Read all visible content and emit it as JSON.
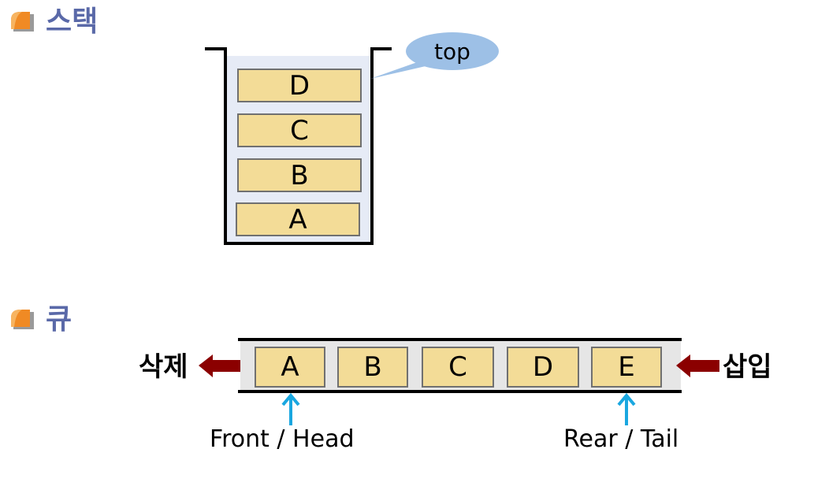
{
  "headings": {
    "stack": "스택",
    "queue": "큐"
  },
  "stack": {
    "items": [
      "D",
      "C",
      "B",
      "A"
    ],
    "top_label": "top"
  },
  "queue": {
    "items": [
      "A",
      "B",
      "C",
      "D",
      "E"
    ],
    "dequeue_label": "삭제",
    "enqueue_label": "삽입",
    "front_label": "Front / Head",
    "rear_label": "Rear / Tail"
  },
  "colors": {
    "heading": "#5a69a8",
    "bullet_orange": "#f08a24",
    "block_fill": "#f3dc97",
    "stack_bg": "#e6ebf6",
    "queue_bg": "#e6e6e6",
    "callout_fill": "#9dc0e6",
    "arrow_red": "#8b0000",
    "pointer_blue": "#1aa7e0"
  }
}
